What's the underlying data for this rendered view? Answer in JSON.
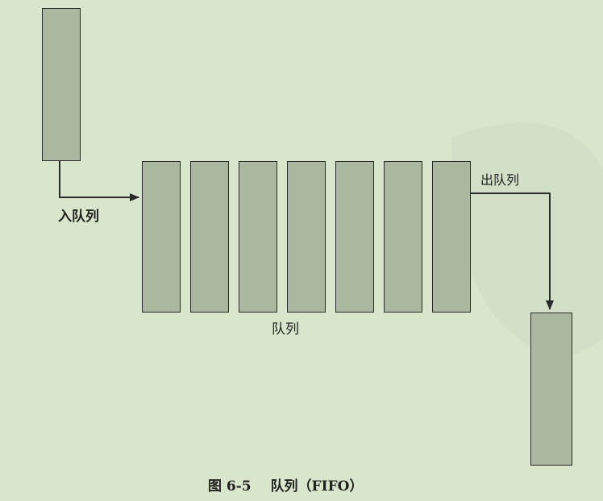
{
  "labels": {
    "enqueue": "入队列",
    "dequeue": "出队列",
    "queue": "队列"
  },
  "caption": {
    "figure_number": "图 6-5",
    "title": "队列（FIFO）"
  },
  "queue": {
    "slot_count": 7
  },
  "colors": {
    "background": "#d8e6cc",
    "block_fill": "#aab8a0",
    "stroke": "#2a2a2a"
  }
}
